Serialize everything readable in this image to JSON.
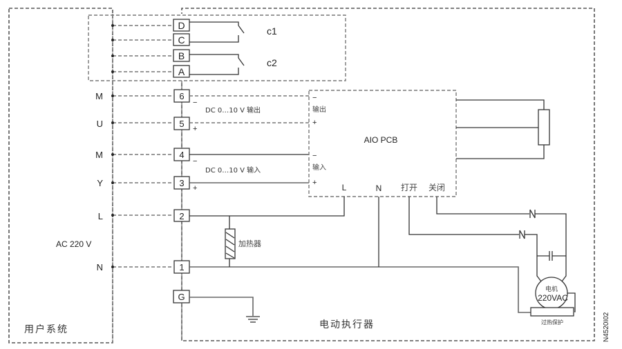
{
  "diagram": {
    "title_user_system": "用户系统",
    "title_actuator": "电动执行器",
    "supply_label": "AC 220 V",
    "drawing_code": "N4520I02",
    "user_terminals": [
      {
        "label": "M",
        "connects_to": "6"
      },
      {
        "label": "U",
        "connects_to": "5"
      },
      {
        "label": "M",
        "connects_to": "4"
      },
      {
        "label": "Y",
        "connects_to": "3"
      },
      {
        "label": "L",
        "connects_to": "2"
      },
      {
        "label": "N",
        "connects_to": "1"
      }
    ],
    "terminals": {
      "D": "D",
      "C": "C",
      "B": "B",
      "A": "A",
      "t6": "6",
      "t5": "5",
      "t4": "4",
      "t3": "3",
      "t2": "2",
      "t1": "1",
      "G": "G"
    },
    "switches": [
      {
        "label": "c1",
        "terminals": [
          "D",
          "C"
        ]
      },
      {
        "label": "c2",
        "terminals": [
          "B",
          "A"
        ]
      }
    ],
    "signals": {
      "output_label": "DC 0…10 V 输出",
      "input_label": "DC 0…10 V 输入",
      "minus": "−",
      "plus": "+"
    },
    "pcb": {
      "title": "AIO PCB",
      "output": "输出",
      "input": "输入",
      "minus": "−",
      "plus": "+",
      "pin_L": "L",
      "pin_N": "N",
      "pin_open": "打开",
      "pin_close": "关闭"
    },
    "heater_label": "加热器",
    "motor": {
      "name": "电机",
      "voltage": "220VAC",
      "thermal_protection": "过热保护"
    }
  }
}
